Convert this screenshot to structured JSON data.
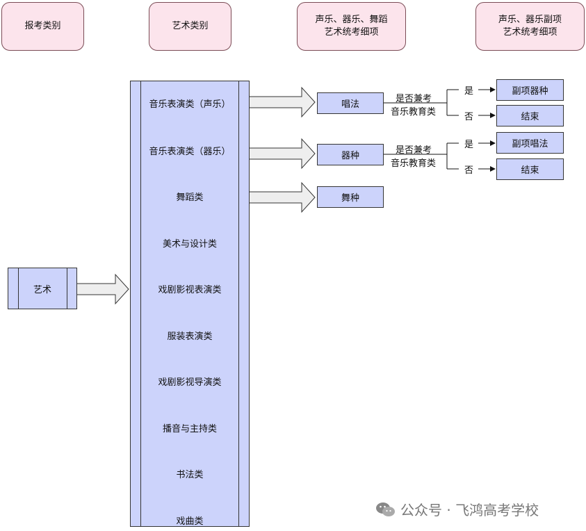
{
  "headers": [
    "报考类别",
    "艺术类别",
    "声乐、器乐、舞蹈\n艺术统考细项",
    "声乐、器乐副项\n艺术统考细项"
  ],
  "source_node": "艺术",
  "categories": [
    "音乐表演类（声乐）",
    "音乐表演类（器乐）",
    "舞蹈类",
    "美术与设计类",
    "戏剧影视表演类",
    "服装表演类",
    "戏剧影视导演类",
    "播音与主持类",
    "书法类",
    "戏曲类"
  ],
  "details": [
    "唱法",
    "器种",
    "舞种"
  ],
  "question": [
    "是否兼考",
    "音乐教育类"
  ],
  "yes_label": "是",
  "no_label": "否",
  "outcomes": {
    "vocal_yes": "副项器种",
    "vocal_no": "结束",
    "instr_yes": "副项唱法",
    "instr_no": "结束"
  },
  "watermark": "公众号 · 飞鸿高考学校"
}
